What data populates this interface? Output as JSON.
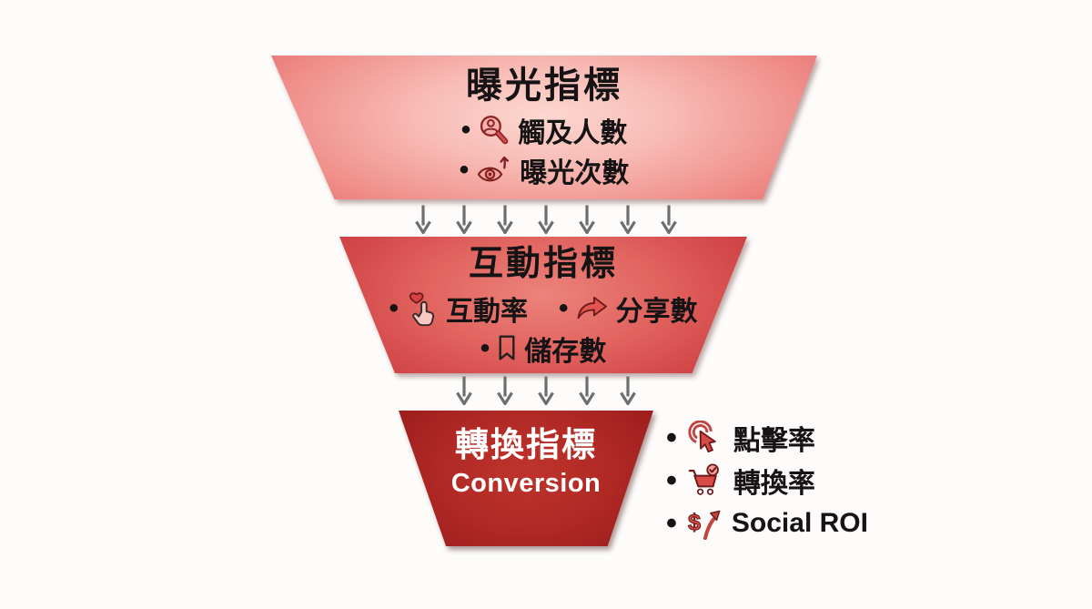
{
  "colors": {
    "background": "#fdfcfa",
    "tier1_center": "#fcd8d0",
    "tier1_edge": "#e76f6f",
    "tier2_center": "#ec837c",
    "tier2_edge": "#ca3a40",
    "tier3_center": "#bf332c",
    "tier3_edge": "#961b1b",
    "arrow_gray": "#6e6e6e",
    "text_dark": "#151313",
    "text_light": "#ffffff",
    "icon_red": "#d84b46",
    "icon_outline": "#6e1a1a"
  },
  "funnel": {
    "bullet": "•",
    "tiers": [
      {
        "id": "exposure",
        "title": "曝光指標",
        "items": [
          {
            "icon": "user-search-icon",
            "label": "觸及人數"
          },
          {
            "icon": "eye-up-icon",
            "label": "曝光次數"
          }
        ]
      },
      {
        "id": "engagement",
        "title": "互動指標",
        "items": [
          {
            "icon": "tap-heart-icon",
            "label": "互動率"
          },
          {
            "icon": "share-arrow-icon",
            "label": "分享數"
          },
          {
            "icon": "bookmark-icon",
            "label": "儲存數"
          }
        ]
      },
      {
        "id": "conversion",
        "title": "轉換指標",
        "subtitle": "Conversion"
      }
    ],
    "arrow_rows": [
      {
        "between": "exposure-engagement",
        "count": 7
      },
      {
        "between": "engagement-conversion",
        "count": 5
      }
    ]
  },
  "side_metrics": {
    "items": [
      {
        "icon": "click-icon",
        "label": "點擊率"
      },
      {
        "icon": "cart-check-icon",
        "label": "轉換率"
      },
      {
        "icon": "dollar-up-icon",
        "label": "Social ROI"
      }
    ]
  }
}
